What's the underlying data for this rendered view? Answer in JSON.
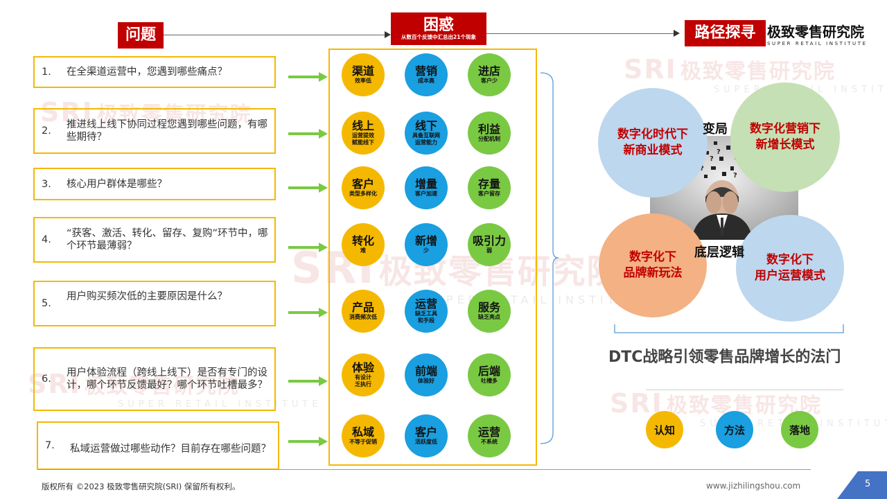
{
  "header": {
    "problem_label": "问题",
    "confusion_label": "困惑",
    "confusion_sub": "从数百个反馈中汇总出21个现象",
    "path_label": "路径探寻",
    "logo_cn": "极致零售研究院",
    "logo_en": "SUPER RETAIL INSTITUTE"
  },
  "watermark": {
    "abbr": "SRI",
    "cn": "极致零售研究院",
    "en": "SUPER RETAIL INSTITUTE"
  },
  "questions": [
    {
      "num": "1.",
      "text": "在全渠道运营中，您遇到哪些痛点？"
    },
    {
      "num": "2.",
      "text": "推进线上线下协同过程您遇到哪些问题，有哪些期待？"
    },
    {
      "num": "3.",
      "text": "核心用户群体是哪些？"
    },
    {
      "num": "4.",
      "text": "“获客、激活、转化、留存、复购”环节中，哪个环节最薄弱？"
    },
    {
      "num": "5.",
      "text": "用户购买频次低的主要原因是什么？"
    },
    {
      "num": "6.",
      "text": "用户体验流程（跨线上线下）是否有专门的设计，哪个环节反馈最好？哪个环节吐槽最多？"
    },
    {
      "num": "7.",
      "text": "私域运营做过哪些动作？目前存在哪些问题？"
    }
  ],
  "issues": [
    [
      {
        "t": "渠道",
        "s": "效率低",
        "c": "#f5b800"
      },
      {
        "t": "营销",
        "s": "成本高",
        "c": "#1a9fe0"
      },
      {
        "t": "进店",
        "s": "客户少",
        "c": "#7ac943"
      }
    ],
    [
      {
        "t": "线上",
        "s": "运营提效\n赋能线下",
        "c": "#f5b800"
      },
      {
        "t": "线下",
        "s": "具备互联网\n运营能力",
        "c": "#1a9fe0"
      },
      {
        "t": "利益",
        "s": "分配机制",
        "c": "#7ac943"
      }
    ],
    [
      {
        "t": "客户",
        "s": "类型多样化",
        "c": "#f5b800"
      },
      {
        "t": "增量",
        "s": "客户加速",
        "c": "#1a9fe0"
      },
      {
        "t": "存量",
        "s": "客户留存",
        "c": "#7ac943"
      }
    ],
    [
      {
        "t": "转化",
        "s": "难",
        "c": "#f5b800"
      },
      {
        "t": "新增",
        "s": "少",
        "c": "#1a9fe0"
      },
      {
        "t": "吸引力",
        "s": "弱",
        "c": "#7ac943"
      }
    ],
    [
      {
        "t": "产品",
        "s": "消费频次低",
        "c": "#f5b800"
      },
      {
        "t": "运营",
        "s": "缺乏工具\n和手段",
        "c": "#1a9fe0"
      },
      {
        "t": "服务",
        "s": "缺乏亮点",
        "c": "#7ac943"
      }
    ],
    [
      {
        "t": "体验",
        "s": "有设计\n乏执行",
        "c": "#f5b800"
      },
      {
        "t": "前端",
        "s": "体验好",
        "c": "#1a9fe0"
      },
      {
        "t": "后端",
        "s": "吐槽多",
        "c": "#7ac943"
      }
    ],
    [
      {
        "t": "私域",
        "s": "不等于促销",
        "c": "#f5b800"
      },
      {
        "t": "客户",
        "s": "活跃度低",
        "c": "#1a9fe0"
      },
      {
        "t": "运营",
        "s": "不系统",
        "c": "#7ac943"
      }
    ]
  ],
  "path": {
    "circles": [
      {
        "text": "数字化时代下\n新商业模式",
        "c": "#bdd7ee"
      },
      {
        "text": "数字化营销下\n新增长模式",
        "c": "#c5e0b4"
      },
      {
        "text": "数字化下\n品牌新玩法",
        "c": "#f4b183"
      },
      {
        "text": "数字化下\n用户运营模式",
        "c": "#bdd7ee"
      }
    ],
    "center_top": "变局",
    "center_bottom": "底层逻辑",
    "title": "DTC战略引领零售品牌增长的法门",
    "small": [
      {
        "text": "认知",
        "c": "#f5b800"
      },
      {
        "text": "方法",
        "c": "#1a9fe0"
      },
      {
        "text": "落地",
        "c": "#7ac943"
      }
    ]
  },
  "footer": {
    "copyright": "版权所有 ©2023  极致零售研究院(SRI)  保留所有权利。",
    "website": "www.jizhilingshou.com",
    "page": "5"
  }
}
